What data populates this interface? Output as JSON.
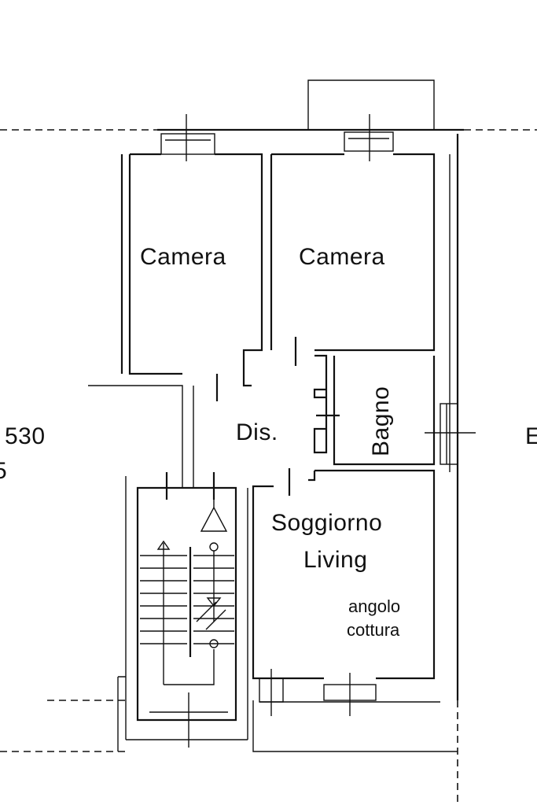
{
  "rooms": {
    "camera_left": "Camera",
    "camera_right": "Camera",
    "disimpegno": "Dis.",
    "bagno": "Bagno",
    "soggiorno": "Soggiorno",
    "living": "Living",
    "angolo": "angolo",
    "cottura": "cottura"
  },
  "margin_labels": {
    "left_530": "530",
    "left_fragment": "5",
    "right_fragment": "E"
  }
}
